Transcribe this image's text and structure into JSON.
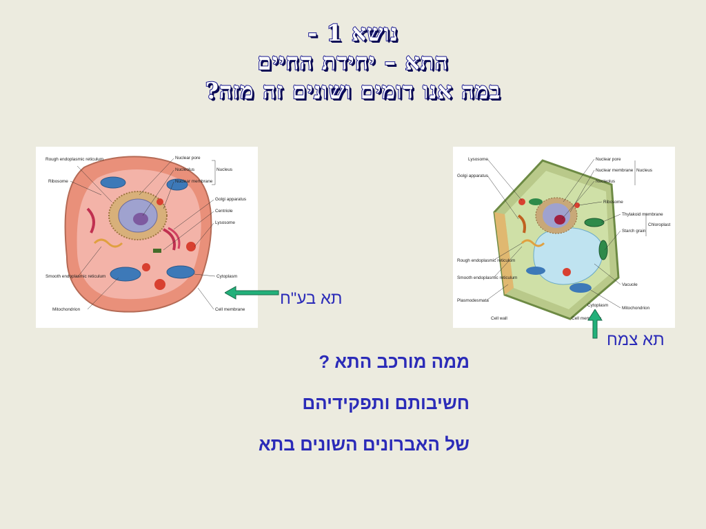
{
  "title": {
    "line1": "נושא 1 -",
    "line2": "התא – יחידת החיים",
    "line3": "במה אנו דומים ושונים זה מזה?"
  },
  "animal_cell": {
    "caption": "תא בע\"ח",
    "labels": {
      "rough_er": "Rough endoplasmic reticulum",
      "ribosome": "Ribosome",
      "nuclear_pore": "Nuclear pore",
      "nucleolus": "Nucleolus",
      "nucleus": "Nucleus",
      "nuclear_membrane": "Nuclear membrane",
      "golgi": "Golgi apparatus",
      "centriole": "Centriole",
      "lysosome": "Lysosome",
      "smooth_er": "Smooth endoplasmic reticulum",
      "cytoplasm": "Cytoplasm",
      "mitochondrion": "Mitochondrion",
      "cell_membrane": "Cell membrane"
    }
  },
  "plant_cell": {
    "caption": "תא צמח",
    "labels": {
      "lysosome": "Lysosome",
      "golgi": "Golgi apparatus",
      "nuclear_pore": "Nuclear pore",
      "nuclear_membrane": "Nuclear membrane",
      "nucleus": "Nucleus",
      "nucleolus": "Nucleolus",
      "ribosome": "Ribosome",
      "thylakoid": "Thylakoid membrane",
      "chloroplast": "Chloroplast",
      "starch": "Starch grain",
      "rough_er": "Rough endoplasmic reticulum",
      "smooth_er": "Smooth endoplasmic reticulum",
      "plasmodesmata": "Plasmodesmata",
      "vacuole": "Vacuole",
      "cytoplasm": "Cytoplasm",
      "mitochondrion": "Mitochondrion",
      "cell_wall": "Cell wall",
      "cell_membrane": "Cell membrane"
    }
  },
  "questions": {
    "line1": "ממה מורכב התא  ?",
    "line2": "חשיבותם ותפקידיהם",
    "line3": "של האברונים השונים בתא"
  },
  "colors": {
    "background": "#ecebdf",
    "title_outline": "#16168f",
    "text_blue": "#2b2bb8",
    "arrow_green": "#22b07a"
  },
  "icons": {
    "arrow_left": "arrow-left-icon",
    "arrow_up": "arrow-up-icon"
  }
}
